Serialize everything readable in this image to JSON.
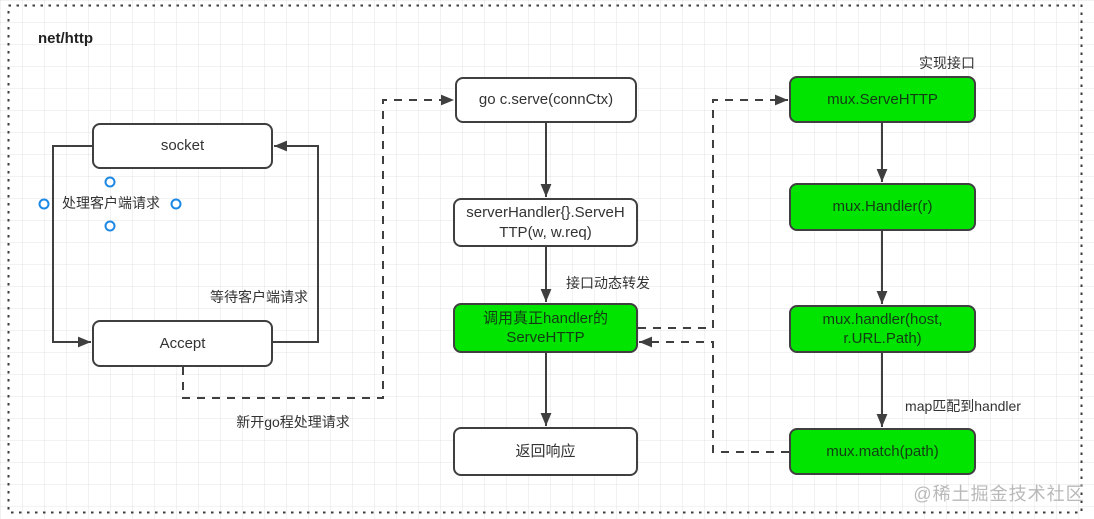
{
  "title": "net/http",
  "watermark": "@稀土掘金技术社区",
  "colors": {
    "green": "#00e400",
    "line": "#3f3f3f",
    "handle-blue": "#1e88e5",
    "watermark-gray": "#b9b9b9"
  },
  "nodes": {
    "socket": {
      "label": "socket"
    },
    "accept": {
      "label": "Accept"
    },
    "go_serve": {
      "label": "go c.serve(connCtx)"
    },
    "server_handler": {
      "label": "serverHandler{}.ServeHTTP(w, w.req)"
    },
    "call_real_handler": {
      "label": "调用真正handler的ServeHTTP"
    },
    "return_response": {
      "label": "返回响应"
    },
    "mux_serve_http": {
      "label": "mux.ServeHTTP"
    },
    "mux_handler_r": {
      "label": "mux.Handler(r)"
    },
    "mux_handler_host_path": {
      "label": "mux.handler(host, r.URL.Path)"
    },
    "mux_match_path": {
      "label": "mux.match(path)"
    }
  },
  "labels": {
    "handle_client_request": "处理客户端请求",
    "wait_client_request": "等待客户端请求",
    "new_goroutine": "新开go程处理请求",
    "interface_dynamic_dispatch": "接口动态转发",
    "implement_interface": "实现接口",
    "map_match_handler": "map匹配到handler"
  }
}
